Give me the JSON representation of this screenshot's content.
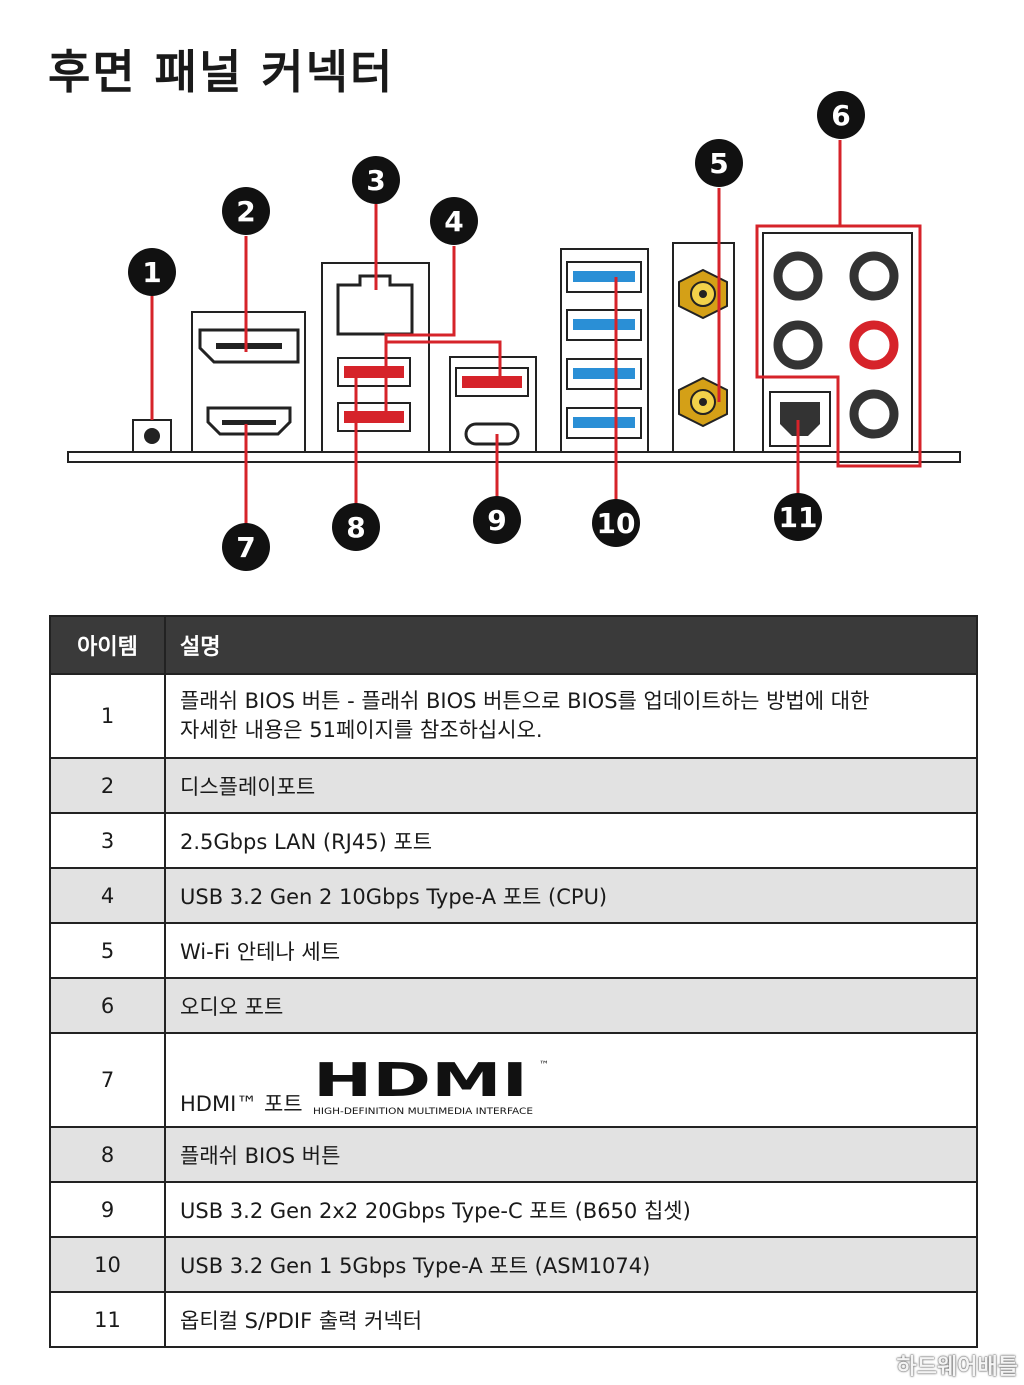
{
  "title": "후면 패널 커넥터",
  "callouts": [
    "1",
    "2",
    "3",
    "4",
    "5",
    "6",
    "7",
    "8",
    "9",
    "10",
    "11"
  ],
  "table": {
    "header_item": "아이템",
    "header_desc": "설명",
    "rows": [
      {
        "item": "1",
        "desc": "플래쉬 BIOS 버튼 - 플래쉬 BIOS 버튼으로 BIOS를 업데이트하는 방법에 대한",
        "desc2": "자세한 내용은 51페이지를 참조하십시오."
      },
      {
        "item": "2",
        "desc": "디스플레이포트"
      },
      {
        "item": "3",
        "desc": "2.5Gbps LAN (RJ45) 포트"
      },
      {
        "item": "4",
        "desc": "USB 3.2 Gen 2 10Gbps Type-A 포트 (CPU)"
      },
      {
        "item": "5",
        "desc": "Wi-Fi 안테나 세트"
      },
      {
        "item": "6",
        "desc": "오디오 포트"
      },
      {
        "item": "7",
        "desc": "HDMI™ 포트"
      },
      {
        "item": "8",
        "desc": "플래쉬 BIOS 버튼"
      },
      {
        "item": "9",
        "desc": "USB 3.2 Gen 2x2 20Gbps Type-C 포트 (B650 칩셋)"
      },
      {
        "item": "10",
        "desc": "USB 3.2 Gen 1 5Gbps Type-A 포트 (ASM1074)"
      },
      {
        "item": "11",
        "desc": "옵티컬 S/PDIF 출력 커넥터"
      }
    ]
  },
  "hdmi_logo": {
    "wordmark": "HDMI",
    "tm": "™",
    "tagline": "HIGH-DEFINITION MULTIMEDIA INTERFACE"
  },
  "watermark": "하드웨어배틀",
  "colors": {
    "accent_red": "#d6232a",
    "usb3_blue": "#2a8fd6",
    "gold": "#d4a017",
    "header_dark": "#3a3a3a",
    "row_shade": "#e2e2e2"
  }
}
